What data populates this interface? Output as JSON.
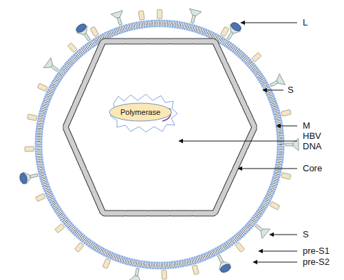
{
  "diagram": {
    "nodes": [
      {
        "text": [
          "Polymerase"
        ]
      }
    ],
    "labels": [
      "L",
      "S",
      "M",
      "HBV DNA",
      "Core",
      "S",
      "pre-S1",
      "pre-S2"
    ]
  }
}
